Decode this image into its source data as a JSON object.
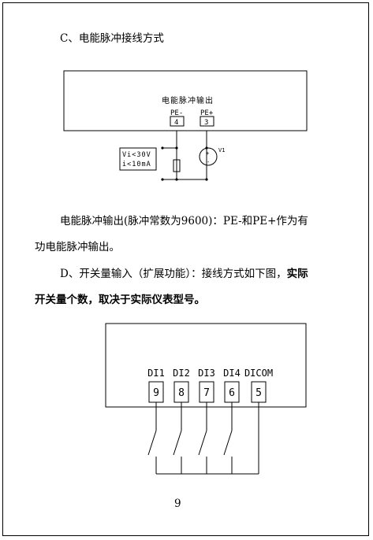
{
  "section_c": {
    "heading": "C、电能脉冲接线方式"
  },
  "diagram_c": {
    "box_title": "电能脉冲输出",
    "pin_pe_minus_label": "PE-",
    "pin_pe_minus_number": "4",
    "pin_pe_plus_label": "PE+",
    "pin_pe_plus_number": "3",
    "spec_line1": "Vi<30V",
    "spec_line2": "i<10mA",
    "source_label": "V1",
    "source_plus": "+",
    "source_minus": "-"
  },
  "paragraph_c": {
    "line1": "电能脉冲输出(脉冲常数为9600)：PE-和PE+作为有",
    "line2": "功电能脉冲输出。"
  },
  "section_d": {
    "line1_normal": "D、开关量输入（扩展功能）：接线方式如下图，",
    "line1_bold": "实际",
    "line2_bold": "开关量个数，取决于实际仪表型号。"
  },
  "diagram_d": {
    "pins": [
      {
        "label": "DI1",
        "number": "9"
      },
      {
        "label": "DI2",
        "number": "8"
      },
      {
        "label": "DI3",
        "number": "7"
      },
      {
        "label": "DI4",
        "number": "6"
      },
      {
        "label": "DICOM",
        "number": "5"
      }
    ]
  },
  "footer": {
    "page_number": "9"
  }
}
